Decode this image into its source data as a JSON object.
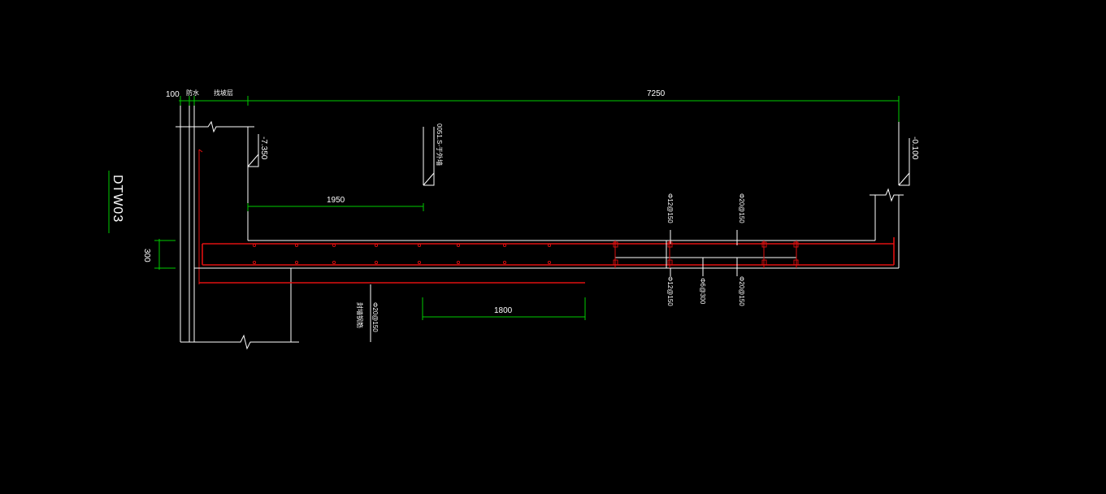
{
  "title": "DTW03",
  "colors": {
    "background": "#000000",
    "outline": "#ffffff",
    "dimension": "#00cc00",
    "rebar": "#e01010"
  },
  "dimensions": {
    "top_left_100": "100",
    "waterproof": "防水",
    "insulation": "找坡层",
    "overall_7250": "7250",
    "span_1950": "1950",
    "span_1800": "1800",
    "thickness_300": "300"
  },
  "elevations": {
    "left": "-7.350",
    "middle": "0051.S-于外墙",
    "right": "-0.100"
  },
  "rebar_labels": {
    "top_1": "Φ12@150",
    "top_2": "Φ20@150",
    "bottom_1": "Φ12@150",
    "bottom_2": "Φ6@300",
    "bottom_3": "Φ20@150",
    "left_block": "Φ20@150",
    "left_block_note": "封墙钢筋"
  }
}
